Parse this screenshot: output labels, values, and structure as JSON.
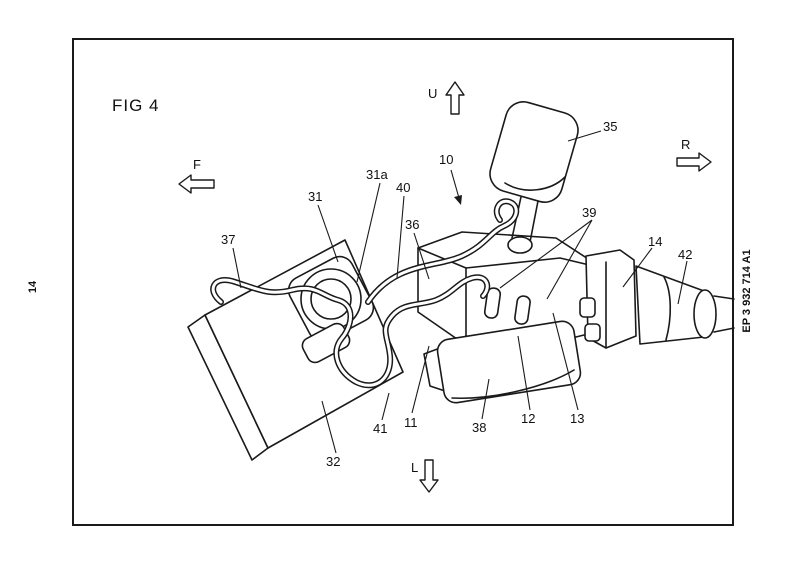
{
  "page": {
    "fig_label": "FIG 4",
    "sheet_number": "14",
    "patent_number": "EP 3 932 714 A1"
  },
  "colors": {
    "ink": "#1a1a1a",
    "paper": "#ffffff"
  },
  "directions": {
    "up": "U",
    "front": "F",
    "right": "R",
    "lower": "L"
  },
  "refs": {
    "r10": "10",
    "r11": "11",
    "r12": "12",
    "r13": "13",
    "r14": "14",
    "r31": "31",
    "r31a": "31a",
    "r32": "32",
    "r35": "35",
    "r36": "36",
    "r37": "37",
    "r38": "38",
    "r39": "39",
    "r40": "40",
    "r41": "41",
    "r42": "42"
  }
}
